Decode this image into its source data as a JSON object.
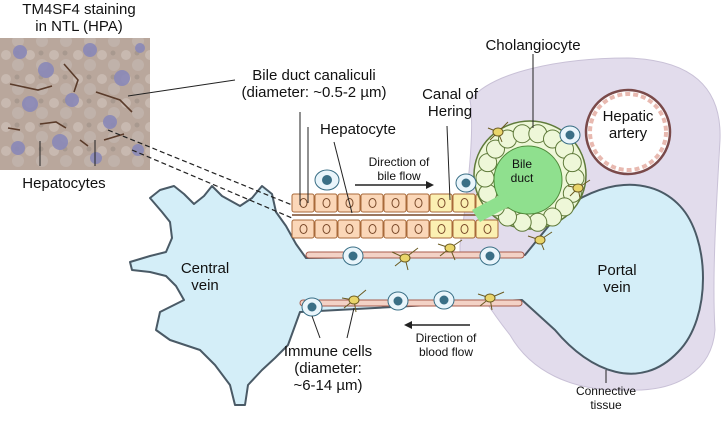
{
  "micrograph": {
    "title_line1": "TM4SF4 staining",
    "title_line2": "in NTL (HPA)",
    "hepatocytes_label": "Hepatocytes"
  },
  "labels": {
    "bile_canaliculi_line1": "Bile duct canaliculi",
    "bile_canaliculi_line2": "(diameter: ~0.5-2 µm)",
    "hepatocyte": "Hepatocyte",
    "canal_line1": "Canal of",
    "canal_line2": "Hering",
    "cholangiocyte": "Cholangiocyte",
    "hepatic_line1": "Hepatic",
    "hepatic_line2": "artery",
    "bile_duct_line1": "Bile",
    "bile_duct_line2": "duct",
    "bile_flow_line1": "Direction of",
    "bile_flow_line2": "bile flow",
    "central_line1": "Central",
    "central_line2": "vein",
    "portal_line1": "Portal",
    "portal_line2": "vein",
    "blood_flow_line1": "Direction of",
    "blood_flow_line2": "blood flow",
    "immune_line1": "Immune cells",
    "immune_line2": "(diameter:",
    "immune_line3": "~6-14 µm)",
    "connective_line1": "Connective",
    "connective_line2": "tissue"
  },
  "colors": {
    "vessel_fill": "#d4eef8",
    "vessel_outline": "#4a5a66",
    "endothelium": "#f3d2c6",
    "hepatocyte_orange": "#fbd7b8",
    "hepatocyte_yellow": "#fbf0b2",
    "cholangiocyte_fill": "#eef7d8",
    "bile_lumen": "#8fe08e",
    "connective": "#e2dcec",
    "immune_cell": "#3a6f86",
    "stellate": "#e9d56a"
  }
}
